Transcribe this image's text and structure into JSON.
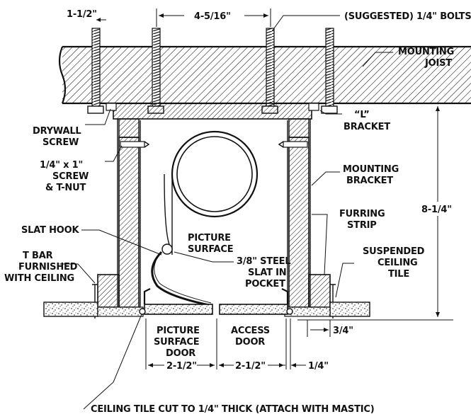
{
  "labels": {
    "dim_1_1_2": "1-1/2\"",
    "dim_4_5_16": "4-5/16\"",
    "bolts": "(SUGGESTED) 1/4\" BOLTS",
    "mounting_joist_1": "MOUNTING",
    "mounting_joist_2": "JOIST",
    "drywall_screw_1": "DRYWALL",
    "drywall_screw_2": "SCREW",
    "l_bracket_1": "“L”",
    "l_bracket_2": "BRACKET",
    "screw_tnut_1": "1/4\" x 1\"",
    "screw_tnut_2": "SCREW",
    "screw_tnut_3": "& T-NUT",
    "mounting_bracket_1": "MOUNTING",
    "mounting_bracket_2": "BRACKET",
    "furring_strip_1": "FURRING",
    "furring_strip_2": "STRIP",
    "dim_8_1_4": "8-1/4\"",
    "slat_hook": "SLAT HOOK",
    "picture_surface_1": "PICTURE",
    "picture_surface_2": "SURFACE",
    "t_bar_1": "T BAR",
    "t_bar_2": "FURNISHED",
    "t_bar_3": "WITH CEILING",
    "steel_slat_1": "3/8\" STEEL",
    "steel_slat_2": "SLAT IN",
    "steel_slat_3": "POCKET",
    "suspended_tile_1": "SUSPENDED",
    "suspended_tile_2": "CEILING",
    "suspended_tile_3": "TILE",
    "ps_door_1": "PICTURE",
    "ps_door_2": "SURFACE",
    "ps_door_3": "DOOR",
    "access_door_1": "ACCESS",
    "access_door_2": "DOOR",
    "dim_3_4": "3/4\"",
    "dim_2_1_2_left": "2-1/2\"",
    "dim_2_1_2_right": "2-1/2\"",
    "dim_1_4": "1/4\"",
    "ceiling_tile_cut": "CEILING TILE CUT TO 1/4\" THICK (ATTACH WITH MASTIC)"
  }
}
